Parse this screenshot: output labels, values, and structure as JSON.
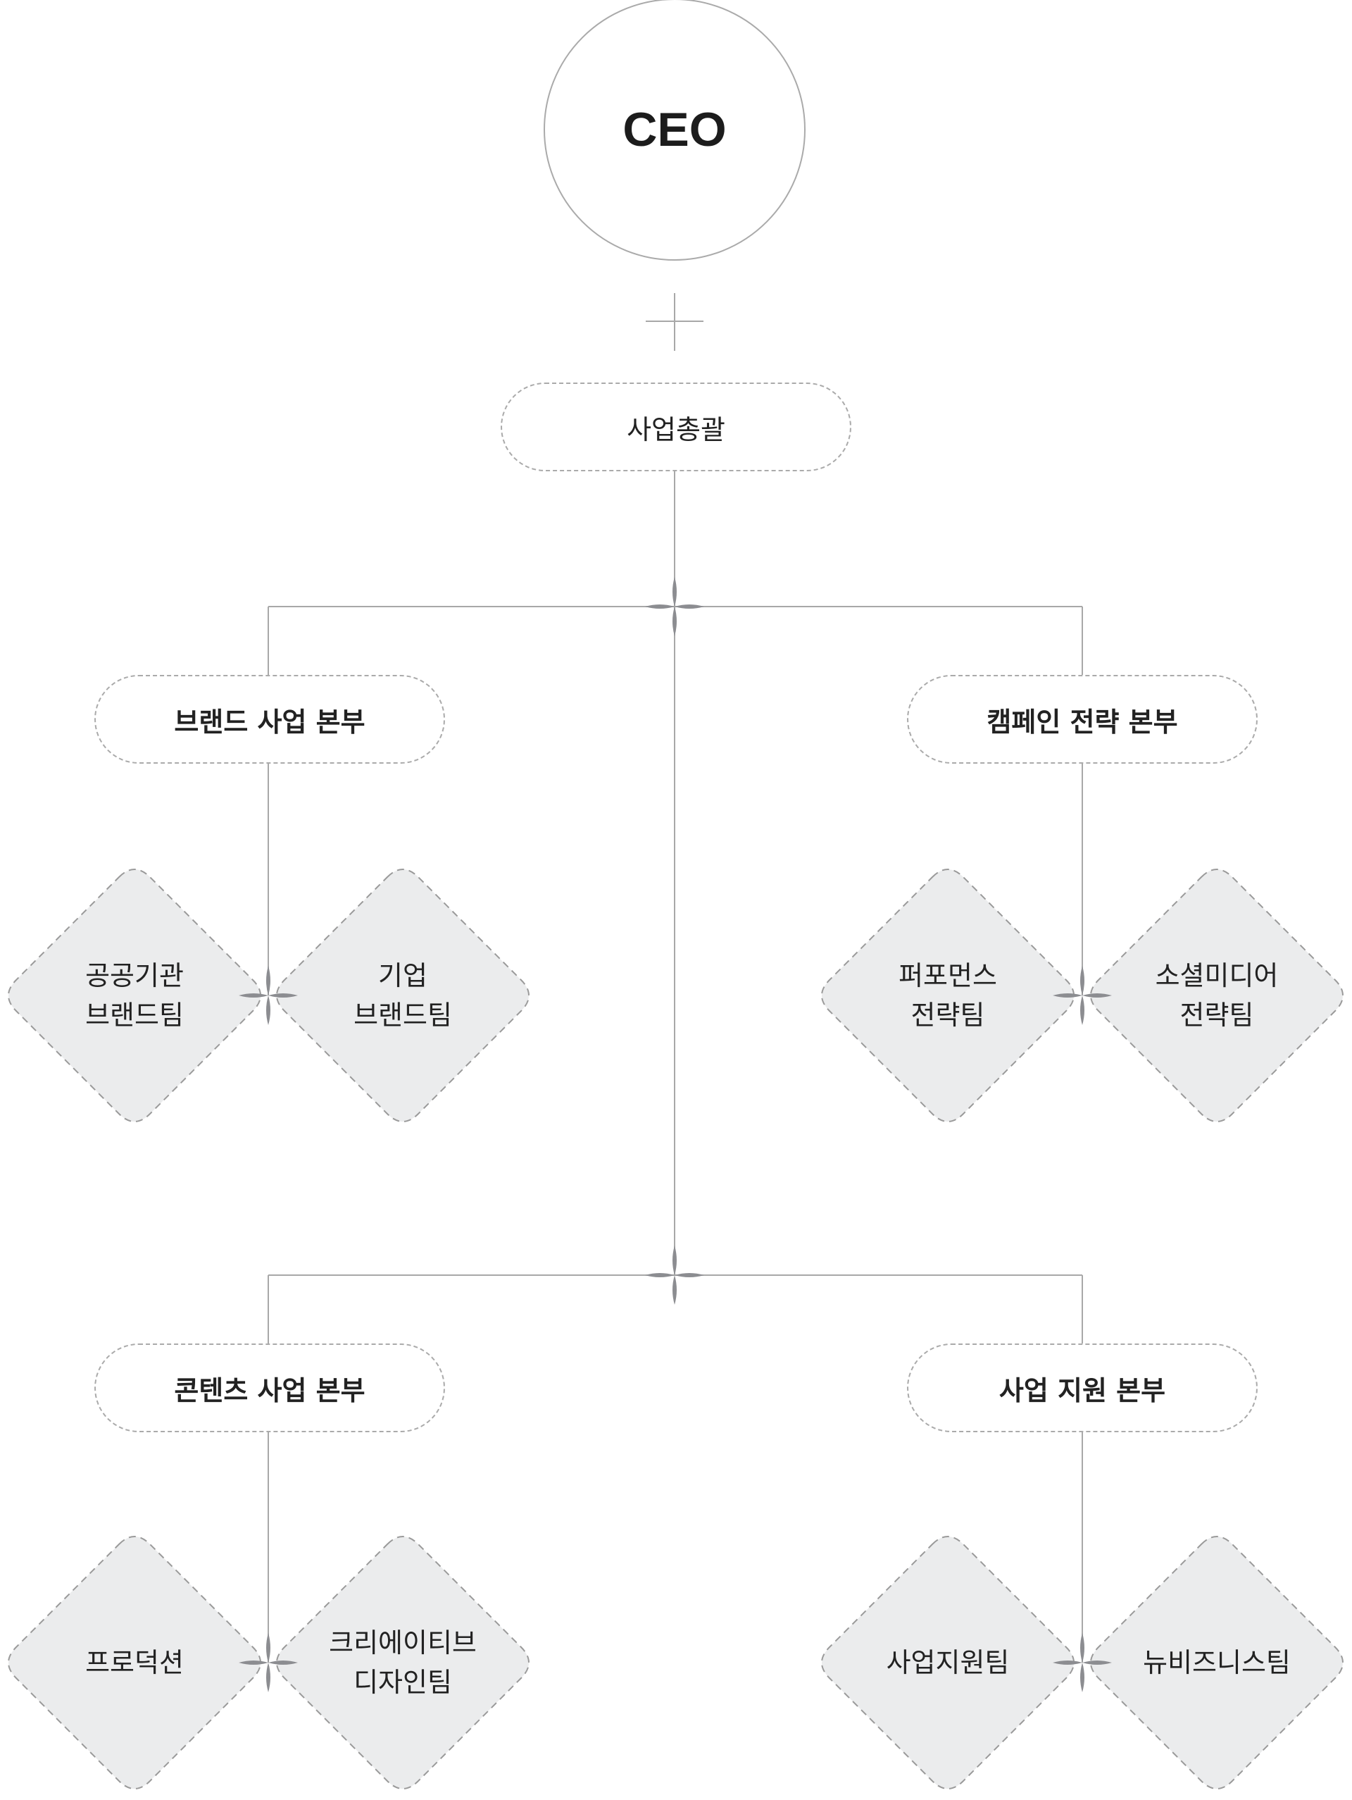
{
  "ceo": {
    "label": "CEO"
  },
  "general": {
    "label": "사업총괄"
  },
  "divisions": [
    {
      "label": "브랜드 사업 본부",
      "teams": [
        {
          "line1": "공공기관",
          "line2": "브랜드팀"
        },
        {
          "line1": "기업",
          "line2": "브랜드팀"
        }
      ]
    },
    {
      "label": "캠페인 전략 본부",
      "teams": [
        {
          "line1": "퍼포먼스",
          "line2": "전략팀"
        },
        {
          "line1": "소셜미디어",
          "line2": "전략팀"
        }
      ]
    },
    {
      "label": "콘텐츠 사업 본부",
      "teams": [
        {
          "line1": "프로덕션",
          "line2": ""
        },
        {
          "line1": "크리에이티브",
          "line2": "디자인팀"
        }
      ]
    },
    {
      "label": "사업 지원 본부",
      "teams": [
        {
          "line1": "사업지원팀",
          "line2": ""
        },
        {
          "line1": "뉴비즈니스팀",
          "line2": ""
        }
      ]
    }
  ],
  "colors": {
    "line": "#a8a8a8",
    "star": "#8c8d91",
    "diamond_fill": "#ebeced",
    "dash": "#9a9a9a"
  }
}
